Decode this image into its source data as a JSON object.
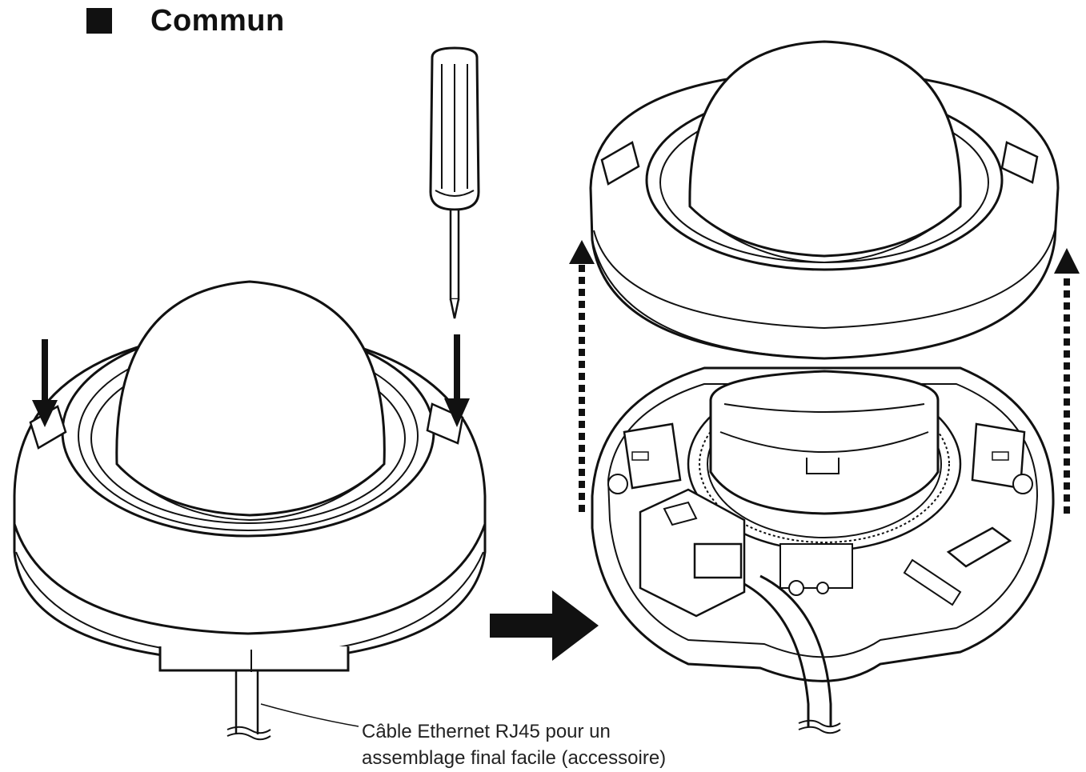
{
  "heading": {
    "title": "Commun"
  },
  "callout": {
    "line1": "Câble Ethernet RJ45 pour un",
    "line2": "assemblage final facile (accessoire)"
  },
  "icons": {
    "heading_marker": "square-bullet-icon",
    "tool": "screwdriver-icon",
    "press_arrows": "arrow-down-icon",
    "lift_arrows": "dotted-arrow-up-icon",
    "step_arrow": "arrow-right-icon"
  }
}
